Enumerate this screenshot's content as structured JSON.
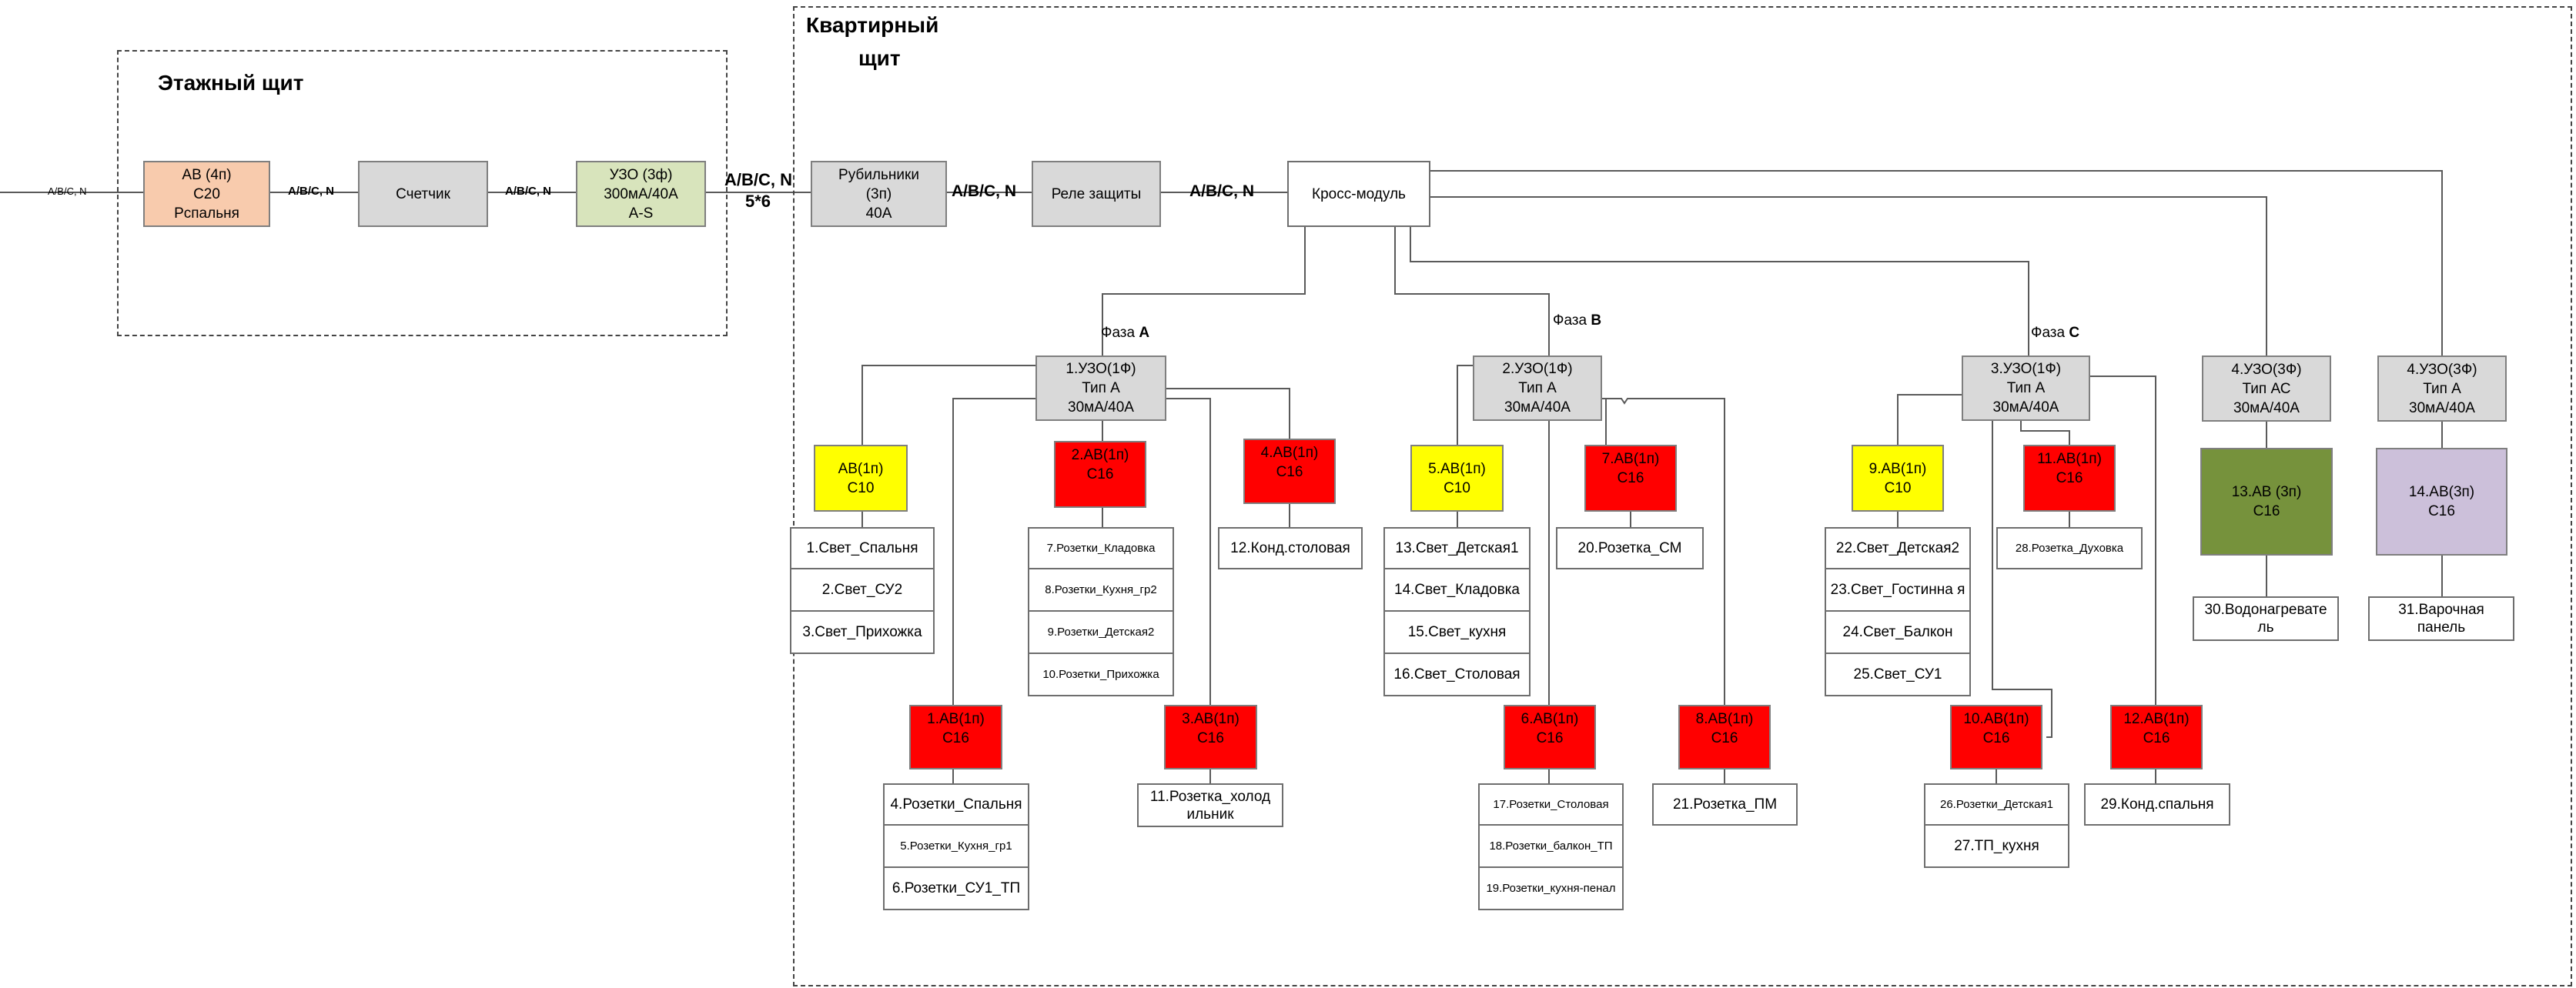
{
  "groups": {
    "floor_panel": "Этажный щит",
    "apartment_panel_line1": "Квартирный",
    "apartment_panel_line2": "щит"
  },
  "feed": {
    "input_label": "A/B/C, N",
    "av_main": [
      "АВ (4п)",
      "С20",
      "Рспальня"
    ],
    "label_av_meter": "A/B/C, N",
    "meter": "Счетчик",
    "label_meter_uzo": "A/B/C, N",
    "uzo_main": [
      "УЗО (3ф)",
      "300мА/40А",
      "A-S"
    ],
    "cable_label_1": "A/B/C, N",
    "cable_label_2": "5*6",
    "switch": [
      "Рубильники",
      "(3п)",
      "40А"
    ],
    "label_switch_relay": "A/B/C, N",
    "relay": "Реле защиты",
    "label_relay_cross": "A/B/C, N",
    "cross": "Кросс-модуль"
  },
  "phases": {
    "a_prefix": "Фаза ",
    "a_letter": "A",
    "b_prefix": "Фаза ",
    "b_letter": "B",
    "c_prefix": "Фаза ",
    "c_letter": "C"
  },
  "uzo": {
    "u1": [
      "1.УЗО(1Ф)",
      "Тип А",
      "30мА/40А"
    ],
    "u2": [
      "2.УЗО(1Ф)",
      "Тип А",
      "30мА/40А"
    ],
    "u3": [
      "3.УЗО(1Ф)",
      "Тип А",
      "30мА/40А"
    ],
    "u4ac": [
      "4.УЗО(3Ф)",
      "Тип АС",
      "30мА/40А"
    ],
    "u4a": [
      "4.УЗО(3Ф)",
      "Тип А",
      "30мА/40А"
    ]
  },
  "breakers": {
    "yA": [
      "АВ(1п)",
      "С10"
    ],
    "b2": [
      "2.АВ(1п)",
      "С16"
    ],
    "b4": [
      "4.АВ(1п)",
      "С16"
    ],
    "b1": [
      "1.АВ(1п)",
      "С16"
    ],
    "b3": [
      "3.АВ(1п)",
      "С16"
    ],
    "b5": [
      "5.АВ(1п)",
      "С10"
    ],
    "b7": [
      "7.АВ(1п)",
      "С16"
    ],
    "b6": [
      "6.АВ(1п)",
      "С16"
    ],
    "b8": [
      "8.АВ(1п)",
      "С16"
    ],
    "b9": [
      "9.АВ(1п)",
      "С10"
    ],
    "b11": [
      "11.АВ(1п)",
      "С16"
    ],
    "b10": [
      "10.АВ(1п)",
      "С16"
    ],
    "b12": [
      "12.АВ(1п)",
      "С16"
    ],
    "b13": [
      "13.АВ (3п)",
      "С16"
    ],
    "b14": [
      "14.АВ(3п)",
      "С16"
    ]
  },
  "loads": {
    "l_light_a": [
      "1.Свет_Спальня",
      "2.Свет_СУ2",
      "3.Свет_Прихожка"
    ],
    "l_b2": [
      "7.Розетки_Кладовка",
      "8.Розетки_Кухня_гр2",
      "9.Розетки_Детская2",
      "10.Розетки_Прихожка"
    ],
    "l_b4": [
      "12.Конд.столовая"
    ],
    "l_b1": [
      "4.Розетки_Спальня",
      "5.Розетки_Кухня_гр1",
      "6.Розетки_СУ1_ТП"
    ],
    "l_b3": [
      "11.Розетка_холод ильник"
    ],
    "l_b5": [
      "13.Свет_Детская1",
      "14.Свет_Кладовка",
      "15.Свет_кухня",
      "16.Свет_Столовая"
    ],
    "l_b7": [
      "20.Розетка_СМ"
    ],
    "l_b6": [
      "17.Розетки_Столовая",
      "18.Розетки_балкон_ТП",
      "19.Розетки_кухня-пенал"
    ],
    "l_b8": [
      "21.Розетка_ПМ"
    ],
    "l_b9": [
      "22.Свет_Детская2",
      "23.Свет_Гостинна я",
      "24.Свет_Балкон",
      "25.Свет_СУ1"
    ],
    "l_b11": [
      "28.Розетка_Духовка"
    ],
    "l_b10": [
      "26.Розетки_Детская1",
      "27.ТП_кухня"
    ],
    "l_b12": [
      "29.Конд.спальня"
    ],
    "l_b13": [
      "30.Водонагревате ль"
    ],
    "l_b14": [
      "31.Варочная панель"
    ]
  }
}
